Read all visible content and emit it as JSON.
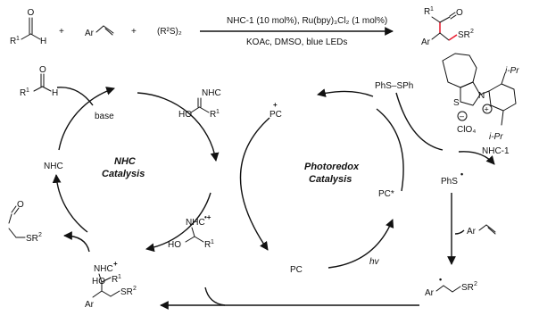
{
  "equation": {
    "aldehyde_r": "R",
    "aldehyde_sup": "1",
    "aldehyde_o": "O",
    "aldehyde_h": "H",
    "plus1": "+",
    "alkene_ar": "Ar",
    "plus2": "+",
    "disulfide": "(R²S)₂",
    "cond_top": "NHC-1 (10 mol%), Ru(bpy)₃Cl₂ (1 mol%)",
    "cond_bottom": "KOAc, DMSO, blue LEDs",
    "prod_r": "R",
    "prod_sup": "1",
    "prod_o": "O",
    "prod_ar": "Ar",
    "prod_sr": "SR",
    "prod_sr_sup": "2"
  },
  "nhc_cycle": {
    "title_line1": "NHC",
    "title_line2": "Catalysis",
    "start_r": "R",
    "start_sup": "1",
    "start_o": "O",
    "start_h": "H",
    "base_label": "base",
    "nhc_label": "NHC",
    "breslow_nhc": "NHC",
    "breslow_ho": "HO",
    "breslow_r": "R",
    "breslow_sup": "1",
    "radcat_nhc": "NHC",
    "radcat_ho": "HO",
    "radcat_r": "R",
    "radcat_sup": "1",
    "add_nhc": "NHC",
    "add_ho": "HO",
    "add_r": "R",
    "add_sup": "1",
    "add_ar": "Ar",
    "add_sr": "SR",
    "add_sr_sup": "2",
    "prod_o": "O",
    "prod_sr": "SR",
    "prod_sr_sup": "2"
  },
  "photo_cycle": {
    "title_line1": "Photoredox",
    "title_line2": "Catalysis",
    "pc_plus": "PC",
    "pc_plus_charge": "+",
    "pc_star": "PC*",
    "pc": "PC",
    "hv": "hv",
    "disulfide": "PhS–SPh",
    "thiyl": "PhS",
    "alkene_ar": "Ar",
    "radical_ar": "Ar",
    "radical_sr": "SR",
    "radical_sr_sup": "2"
  },
  "catalyst": {
    "s_label": "S",
    "n_label": "N",
    "plus": "+",
    "minus": "–",
    "counterion": "ClO₄",
    "ipr_top": "i-Pr",
    "ipr_bottom": "i-Pr",
    "name": "NHC-1"
  }
}
